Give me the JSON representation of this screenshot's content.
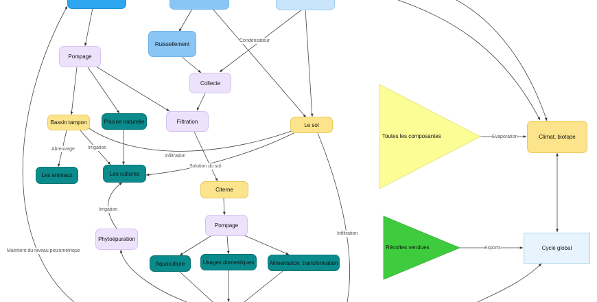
{
  "nodes": {
    "pompage_top": "Pompage",
    "ruissellement": "Ruissellement",
    "collecte": "Collecte",
    "bassin_tampon": "Bassin tampon",
    "piscine_naturelle": "Piscine naturelle",
    "filtration": "Filtration",
    "le_sol": "Le sol",
    "les_animaux": "Les animaux",
    "les_cultures": "Les cultures",
    "citerne": "Citerne",
    "pompage_mid": "Pompage",
    "phytoepuration": "Phytoépuration",
    "aquaculture": "Aquaculture",
    "usages_domestiques": "Usages domestiques",
    "alimentation": "Alimentation, transformation",
    "toutes_composantes": "Toutes les composantes",
    "climat_biotope": "Climat, biotope",
    "recoltes_vendues": "Récoltes vendues",
    "cycle_global": "Cycle global"
  },
  "edge_labels": {
    "condensateur": "Condensateur",
    "abreuvage": "Abreuvage",
    "irrigation_1": "Irrigation",
    "infiltration_1": "Infiltration",
    "solution_du_sol": "Solution du sol",
    "irrigation_2": "Irrigation",
    "maintien": "Maintient du niveau piezométrique",
    "infiltration_2": "Infiltration",
    "evaporation": "Evaporation",
    "exports": "Exports"
  },
  "colors": {
    "lavender": "#ede2fb",
    "teal": "#0b8b8c",
    "yellow": "#fbe48c",
    "blue": "#8ac6f5",
    "light_blue": "#c9e5fb",
    "dark_blue": "#2ea6ef",
    "triangle_yellow": "#fdfd96",
    "triangle_green": "#3ecc3e",
    "cycle_box": "#e7f4fd",
    "edge": "#333333"
  }
}
